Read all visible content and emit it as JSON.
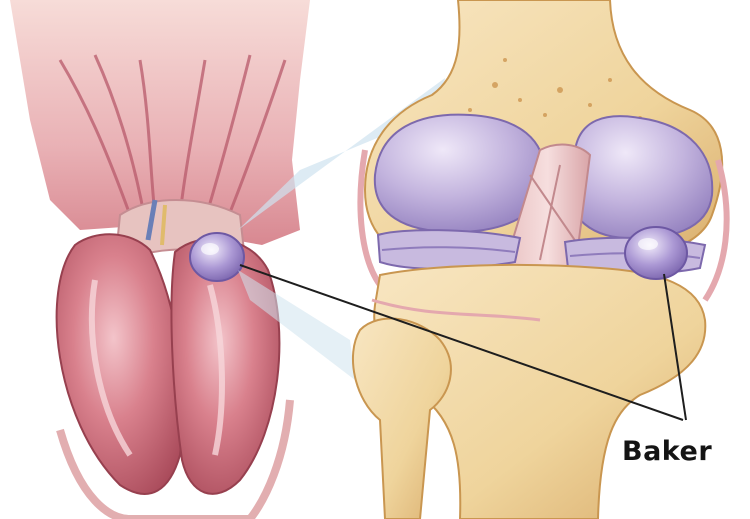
{
  "callout": {
    "label": "Baker"
  },
  "colors": {
    "muscle": "#c96a78",
    "muscle_light": "#e8aab2",
    "skin": "#f3d3d0",
    "bone": "#f1d9a6",
    "bone_dark": "#d8ac6a",
    "cartilage": "#b9a9d6",
    "cyst": "#a996d2",
    "pointer_line": "#1e1e1e"
  },
  "icons": {
    "posterior_leg": "knee-back-muscles-illustration",
    "joint": "knee-joint-bones-illustration",
    "cyst": "baker-cyst-bulge"
  }
}
